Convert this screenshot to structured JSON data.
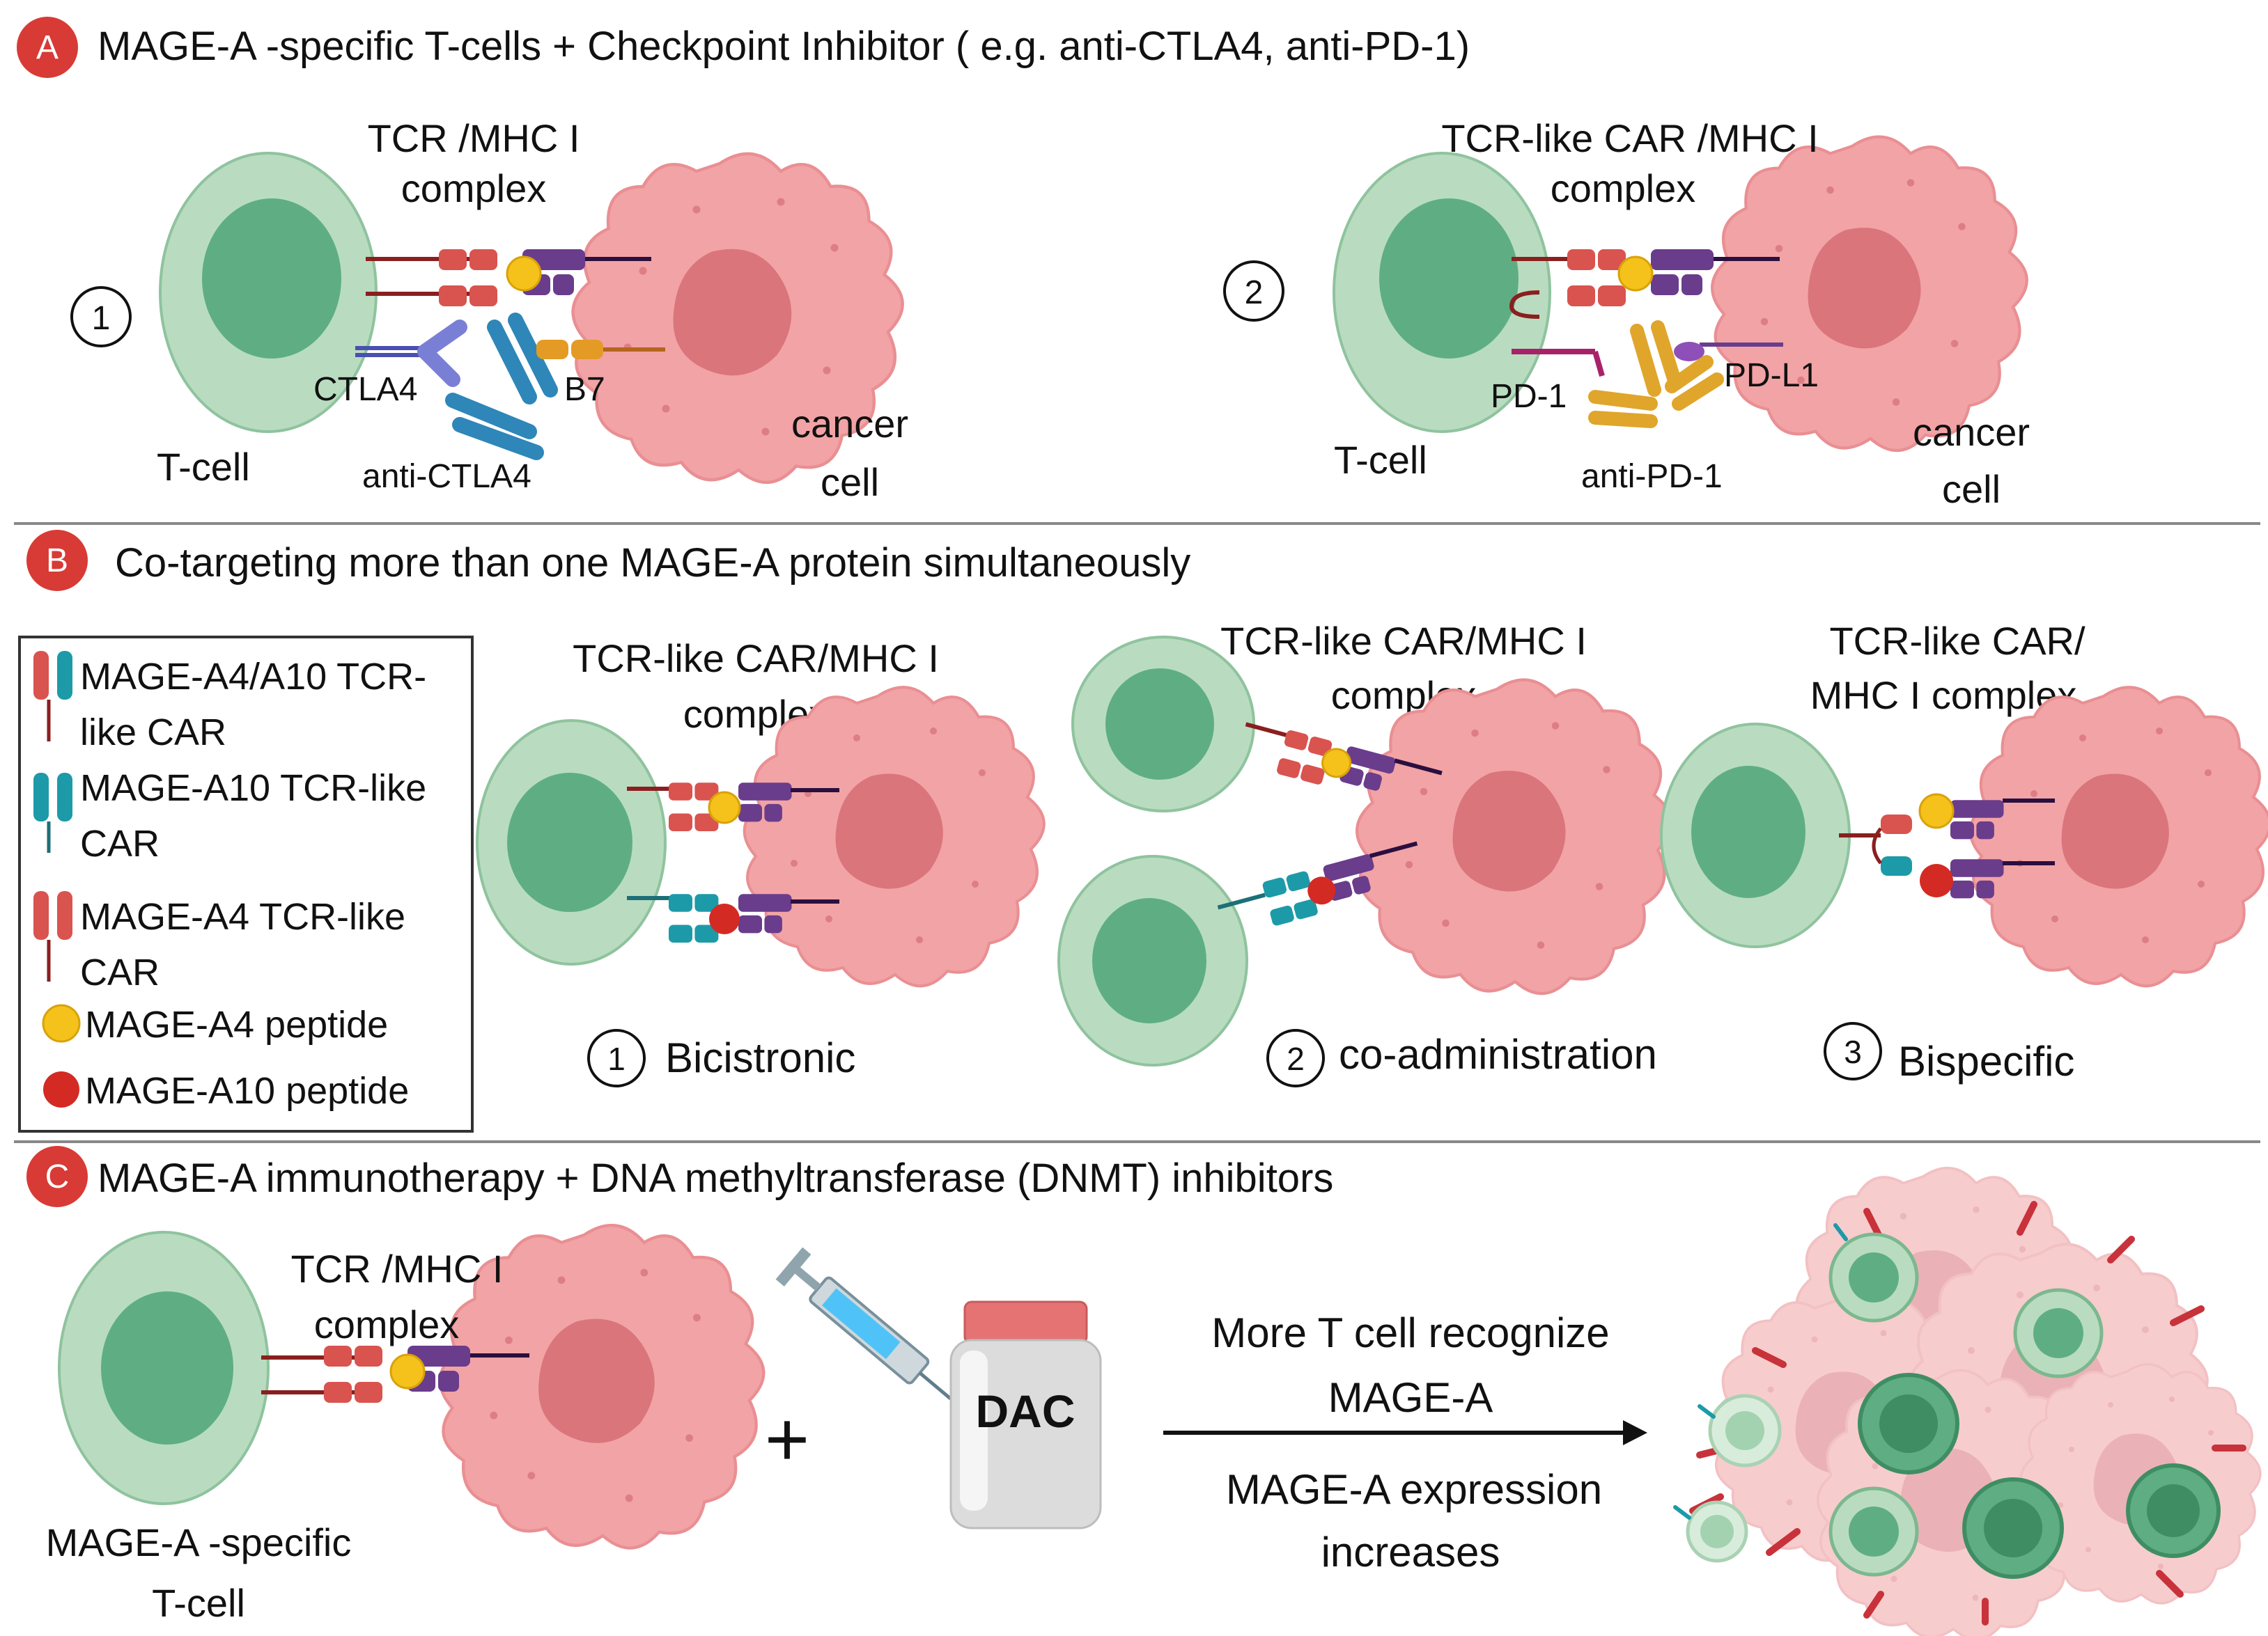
{
  "panel_a": {
    "badge": "A",
    "title": "MAGE-A -specific T-cells + Checkpoint Inhibitor ( e.g. anti-CTLA4, anti-PD-1)",
    "left": {
      "number": "1",
      "complex_line1": "TCR /MHC I",
      "complex_line2": "complex",
      "ctla4": "CTLA4",
      "b7": "B7",
      "anti": "anti-CTLA4",
      "tcell": "T-cell",
      "cancer_line1": "cancer",
      "cancer_line2": "cell"
    },
    "right": {
      "number": "2",
      "complex_line1": "TCR-like CAR /MHC I",
      "complex_line2": "complex",
      "pd1": "PD-1",
      "pdl1": "PD-L1",
      "anti": "anti-PD-1",
      "tcell": "T-cell",
      "cancer_line1": "cancer",
      "cancer_line2": "cell"
    }
  },
  "panel_b": {
    "badge": "B",
    "title": "Co-targeting more than one MAGE-A  protein simultaneously",
    "legend": {
      "item1_line1": "MAGE-A4/A10 TCR-",
      "item1_line2": "like CAR",
      "item2_line1": "MAGE-A10 TCR-like",
      "item2_line2": "CAR",
      "item3_line1": "MAGE-A4 TCR-like",
      "item3_line2": "CAR",
      "item4": "MAGE-A4 peptide",
      "item5": "MAGE-A10 peptide"
    },
    "scheme1": {
      "label_line1": "TCR-like CAR/MHC I",
      "label_line2": "complex",
      "number": "1",
      "name": "Bicistronic"
    },
    "scheme2": {
      "label_line1": "TCR-like CAR/MHC I",
      "label_line2": "complex",
      "number": "2",
      "name": "co-administration"
    },
    "scheme3": {
      "label_line1": "TCR-like CAR/",
      "label_line2": "MHC I complex",
      "number": "3",
      "name": "Bispecific"
    }
  },
  "panel_c": {
    "badge": "C",
    "title": "MAGE-A immunotherapy +  DNA methyltransferase (DNMT) inhibitors",
    "complex_line1": "TCR /MHC I",
    "complex_line2": "complex",
    "tcell_line1": "MAGE-A -specific",
    "tcell_line2": "T-cell",
    "plus": "+",
    "drug": "DAC",
    "arrow_top_line1": "More T cell recognize",
    "arrow_top_line2": "MAGE-A",
    "arrow_bottom_line1": "MAGE-A expression",
    "arrow_bottom_line2": "increases"
  },
  "colors": {
    "badge": "#d83a35",
    "tcell_outer": "#b9dcc0",
    "tcell_inner": "#5fae83",
    "cancer": "#f2a3a5",
    "nucleus": "#d9757b",
    "tcr": "#d9534f",
    "mhc": "#6a3c8c",
    "mage_a4_peptide": "#f4c21a",
    "mage_a10_peptide": "#d42a24",
    "teal": "#1d9aa8",
    "ctla4_blue": "#2f86b8",
    "b7_orange": "#e39b25"
  }
}
